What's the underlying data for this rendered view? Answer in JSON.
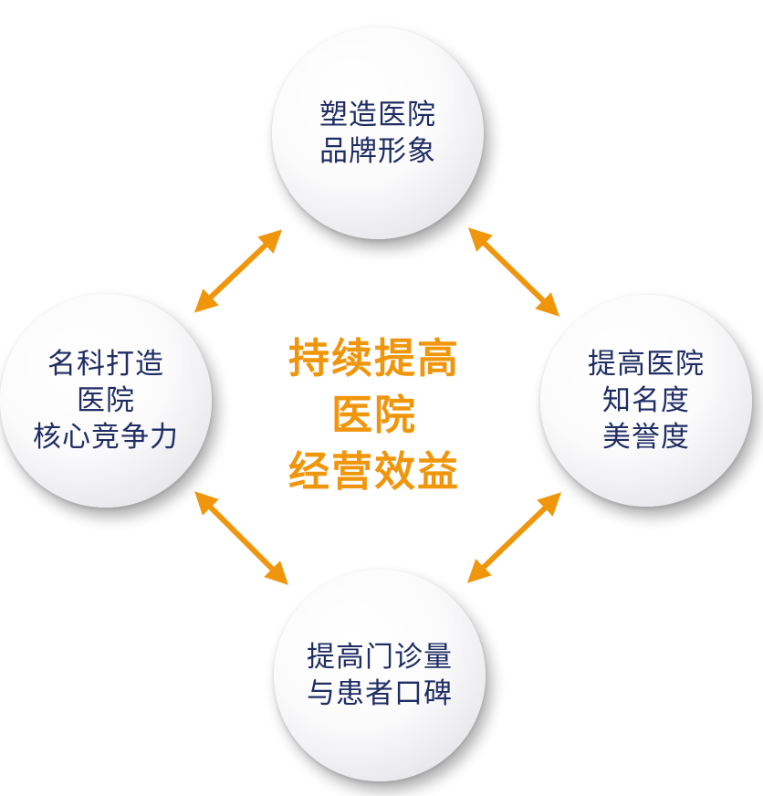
{
  "diagram": {
    "center": {
      "lines": [
        "持续提高",
        "医院",
        "经营效益"
      ],
      "color": "#F0960C"
    },
    "nodes": {
      "top": {
        "lines": [
          "塑造医院",
          "品牌形象"
        ]
      },
      "left": {
        "lines": [
          "名科打造",
          "医院",
          "核心竞争力"
        ]
      },
      "right": {
        "lines": [
          "提高医院",
          "知名度",
          "美誉度"
        ]
      },
      "bottom": {
        "lines": [
          "提高门诊量",
          "与患者口碑"
        ]
      }
    },
    "colors": {
      "node_text": "#1F2D63",
      "arrow": "#F0960C"
    },
    "connectors": [
      "double-arrow-icon",
      "double-arrow-icon",
      "double-arrow-icon",
      "double-arrow-icon"
    ]
  }
}
